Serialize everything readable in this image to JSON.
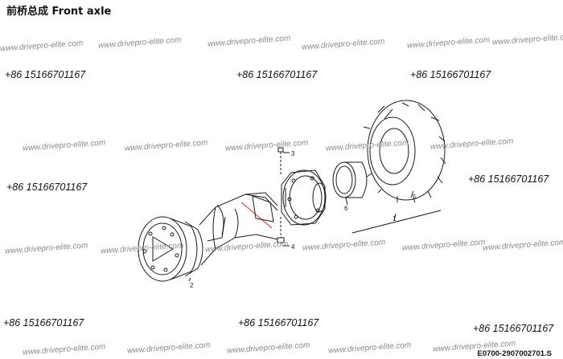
{
  "title": "前桥总成  Front axle",
  "watermark_text": "www.drivepro-elite.com",
  "phone_text": "+86 15166701167",
  "drawing_code": "E0700-2907002701.S",
  "callouts": [
    "1",
    "2",
    "3",
    "4",
    "5",
    "6"
  ],
  "colors": {
    "line": "#1a1a1a",
    "watermark": "#8a8a8a",
    "accent": "#d9534f"
  }
}
